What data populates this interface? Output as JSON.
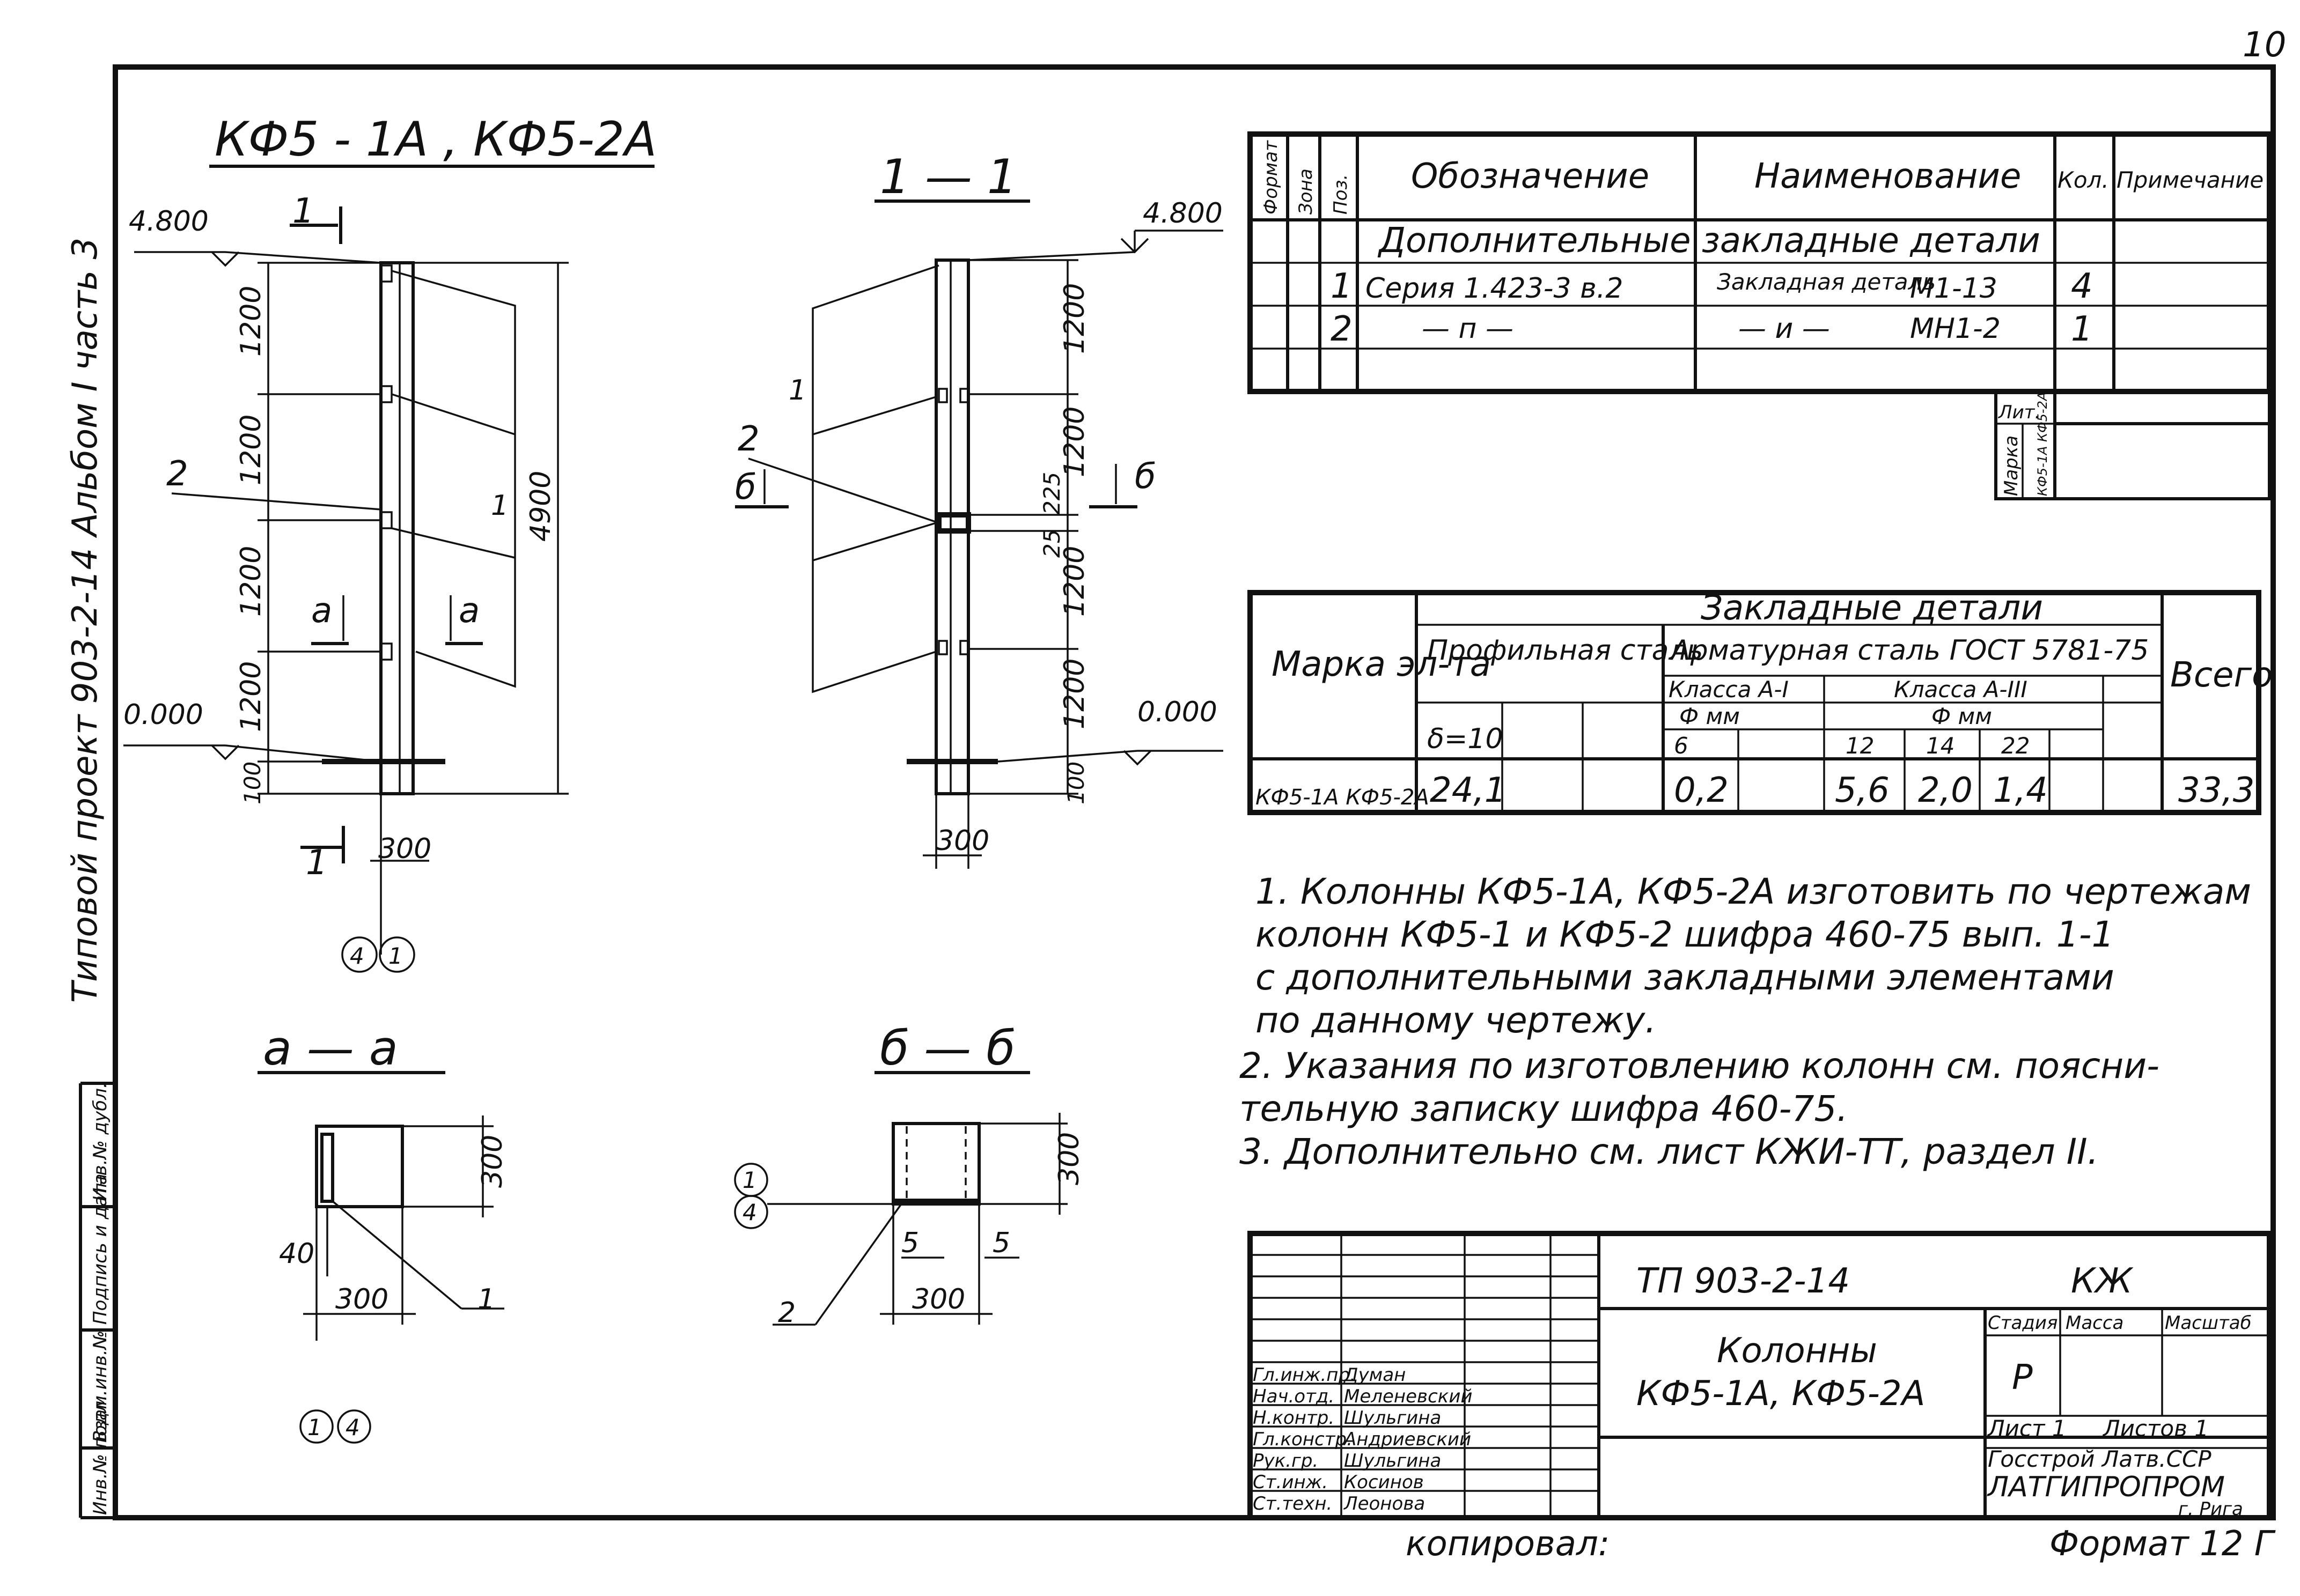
{
  "page_number": "10",
  "drawing_title": "КФ5 - 1А ,  КФ5-2А",
  "margin": {
    "album": "Альбом I часть 3",
    "project": "Типовой проект 903-2-14",
    "stamp_inv_dubl": "Инв.№ дубл.",
    "stamp_sign_date": "Подпись и дата",
    "stamp_vzam_inv": "Взам.инв.№",
    "stamp_inv_podl": "Инв.№ подл."
  },
  "elevation": {
    "top_level": "4.800",
    "bottom_level": "0.000",
    "dims": [
      "1200",
      "1200",
      "1200",
      "1200",
      "100"
    ],
    "total": "4900",
    "width": "300",
    "cut_11": "1",
    "cut_aa": "а",
    "item_1": "1",
    "item_2": "2",
    "axis_a": "4",
    "axis_b": "1"
  },
  "section11": {
    "title": "1 — 1",
    "top_level": "4.800",
    "bottom_level": "0.000",
    "dims": [
      "1200",
      "1200",
      "1200",
      "1200",
      "100"
    ],
    "dim_225": "225",
    "dim_25": "25",
    "width": "300",
    "cut_bb": "б",
    "item_1": "1",
    "item_2": "2"
  },
  "section_aa": {
    "title": "а — а",
    "dim_h": "300",
    "dim_w": "300",
    "dim_40": "40",
    "item": "1",
    "axis_a": "1",
    "axis_b": "4"
  },
  "section_bb": {
    "title": "б — б",
    "dim_h": "300",
    "dim_w": "300",
    "dim_5a": "5",
    "dim_5b": "5",
    "item": "2",
    "axis_a": "1",
    "axis_b": "4"
  },
  "spec_table": {
    "headers": {
      "format": "Формат",
      "zone": "Зона",
      "pos": "Поз.",
      "designation": "Обозначение",
      "name": "Наименование",
      "qty": "Кол.",
      "note": "Примечание"
    },
    "section_title": "Дополнительные закладные детали",
    "rows": [
      {
        "pos": "1",
        "designation": "Серия 1.423-3 в.2",
        "name_a": "Закладная деталь",
        "name_b": "М1-13",
        "qty": "4"
      },
      {
        "pos": "2",
        "designation": "— п —",
        "name_a": "— и —",
        "name_b": "МН1-2",
        "qty": "1"
      }
    ],
    "sheet_label": "Лит.",
    "mark_label": "Марка",
    "mark_value": "КФ5-1А КФ5-2А"
  },
  "parts_table": {
    "group_header": "Закладные детали",
    "mark_header": "Марка эл-та",
    "profile_header": "Профильная сталь",
    "rebar_header": "Арматурная сталь ГОСТ 5781-75",
    "class_ai": "Класса А-I",
    "class_aiii": "Класса А-III",
    "diam_ai": "Ф мм",
    "diam_aiii": "Ф мм",
    "delta": "δ=10",
    "d6": "6",
    "d12": "12",
    "d14": "14",
    "d22": "22",
    "total_header": "Всего",
    "row_mark": "КФ5-1А КФ5-2А",
    "v_delta": "24,1",
    "v_6": "0,2",
    "v_12": "5,6",
    "v_14": "2,0",
    "v_22": "1,4",
    "v_total": "33,3"
  },
  "notes": [
    "1.  Колонны  КФ5-1А, КФ5-2А  изготовить  по чертежам",
    "     колонн  КФ5-1 и КФ5-2  шифра  460-75  вып. 1-1",
    "     с дополнительными закладными элементами",
    "     по  данному  чертежу.",
    "2.  Указания  по изготовлению колонн см. поясни-",
    "     тельную  записку  шифра  460-75.",
    "3.  Дополнительно  см. лист КЖИ-ТТ, раздел II."
  ],
  "title_block": {
    "code": "ТП 903-2-14",
    "type": "КЖ",
    "name_1": "Колонны",
    "name_2": "КФ5-1А, КФ5-2А",
    "stage_label": "Стадия",
    "mass_label": "Масса",
    "scale_label": "Масштаб",
    "stage_value": "Р",
    "sheet": "Лист 1",
    "sheets": "Листов 1",
    "org_1": "Госстрой Латв.ССР",
    "org_2": "ЛАТГИПРОПРОМ",
    "org_3": "г. Рига",
    "copied": "копировал:",
    "format": "Формат 12 Г",
    "roles": [
      "Гл.инж.пр.",
      "Нач.отд.",
      "Н.контр.",
      "Гл.констр.",
      "Рук.гр.",
      "Ст.инж.",
      "Ст.техн."
    ],
    "names": [
      "Думан",
      "Меленевский",
      "Шульгина",
      "Андриевский",
      "Шульгина",
      "Косинов",
      "Леонова"
    ]
  }
}
